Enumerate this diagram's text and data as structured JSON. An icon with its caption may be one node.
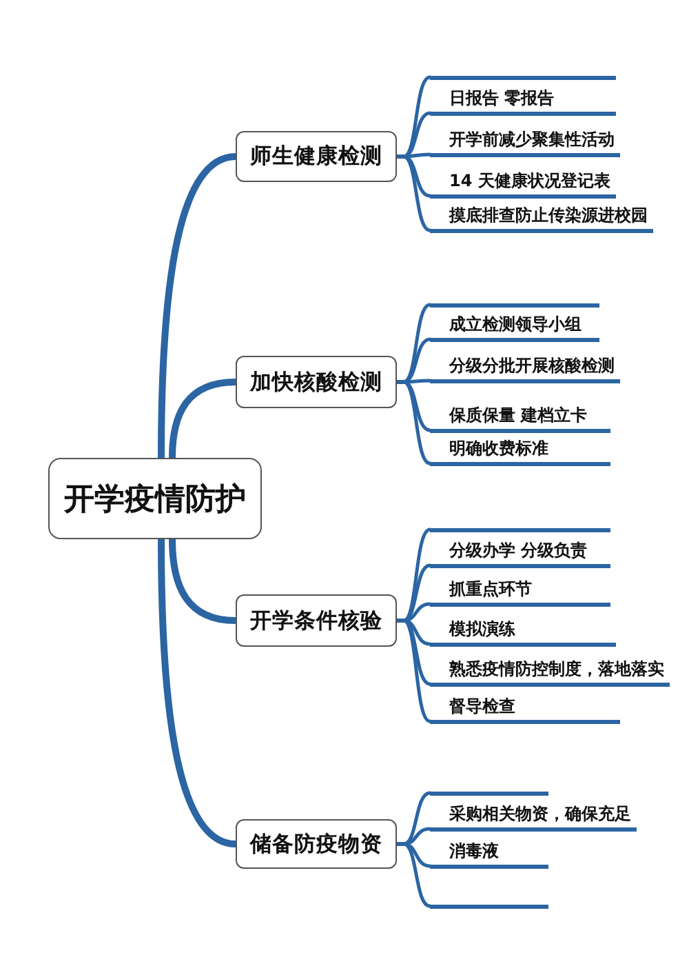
{
  "diagram": {
    "nodes": [
      {
        "text": [
          "开学疫情防护"
        ]
      },
      {
        "text": [
          "师生健康检测"
        ]
      },
      {
        "text": [],
        "shape": "bar"
      },
      {
        "text": [
          "日报告 零报告"
        ]
      },
      {
        "text": [
          "开学前减少聚集性活动"
        ]
      },
      {
        "text": [
          "14 天健康状况登记表"
        ]
      },
      {
        "text": [
          "摸底排查防止传染源进校园"
        ]
      },
      {
        "text": [
          "加快核酸检测"
        ]
      },
      {
        "text": [],
        "shape": "bar"
      },
      {
        "text": [
          "成立检测领导小组"
        ]
      },
      {
        "text": [
          "分级分批开展核酸检测"
        ]
      },
      {
        "text": [
          "保质保量 建档立卡"
        ]
      },
      {
        "text": [
          "明确收费标准"
        ]
      },
      {
        "text": [
          "开学条件核验"
        ]
      },
      {
        "text": [],
        "shape": "bar"
      },
      {
        "text": [
          "分级办学 分级负责"
        ]
      },
      {
        "text": [
          "抓重点环节"
        ]
      },
      {
        "text": [
          "模拟演练"
        ]
      },
      {
        "text": [
          "熟悉疫情防控制度，落地落实"
        ]
      },
      {
        "text": [
          "督导检查"
        ]
      },
      {
        "text": [
          "储备防疫物资"
        ]
      },
      {
        "text": [],
        "shape": "bar"
      },
      {
        "text": [
          "采购相关物资，确保充足"
        ]
      },
      {
        "text": [
          "消毒液"
        ]
      },
      {
        "text": [],
        "shape": "bar"
      }
    ],
    "edges": [
      {
        "from": 0,
        "to": 1,
        "arrow": "none",
        "style": "thick"
      },
      {
        "from": 0,
        "to": 7,
        "arrow": "none",
        "style": "thick"
      },
      {
        "from": 0,
        "to": 13,
        "arrow": "none",
        "style": "thick"
      },
      {
        "from": 0,
        "to": 20,
        "arrow": "none",
        "style": "thick"
      },
      {
        "from": 1,
        "to": 2,
        "arrow": "none"
      },
      {
        "from": 1,
        "to": 3,
        "arrow": "none"
      },
      {
        "from": 1,
        "to": 4,
        "arrow": "none"
      },
      {
        "from": 1,
        "to": 5,
        "arrow": "none"
      },
      {
        "from": 1,
        "to": 6,
        "arrow": "none"
      },
      {
        "from": 7,
        "to": 8,
        "arrow": "none"
      },
      {
        "from": 7,
        "to": 9,
        "arrow": "none"
      },
      {
        "from": 7,
        "to": 10,
        "arrow": "none"
      },
      {
        "from": 7,
        "to": 11,
        "arrow": "none"
      },
      {
        "from": 7,
        "to": 12,
        "arrow": "none"
      },
      {
        "from": 13,
        "to": 14,
        "arrow": "none"
      },
      {
        "from": 13,
        "to": 15,
        "arrow": "none"
      },
      {
        "from": 13,
        "to": 16,
        "arrow": "none"
      },
      {
        "from": 13,
        "to": 17,
        "arrow": "none"
      },
      {
        "from": 13,
        "to": 18,
        "arrow": "none"
      },
      {
        "from": 13,
        "to": 19,
        "arrow": "none"
      },
      {
        "from": 20,
        "to": 21,
        "arrow": "none"
      },
      {
        "from": 20,
        "to": 22,
        "arrow": "none"
      },
      {
        "from": 20,
        "to": 23,
        "arrow": "none"
      },
      {
        "from": 20,
        "to": 24,
        "arrow": "none"
      }
    ]
  }
}
